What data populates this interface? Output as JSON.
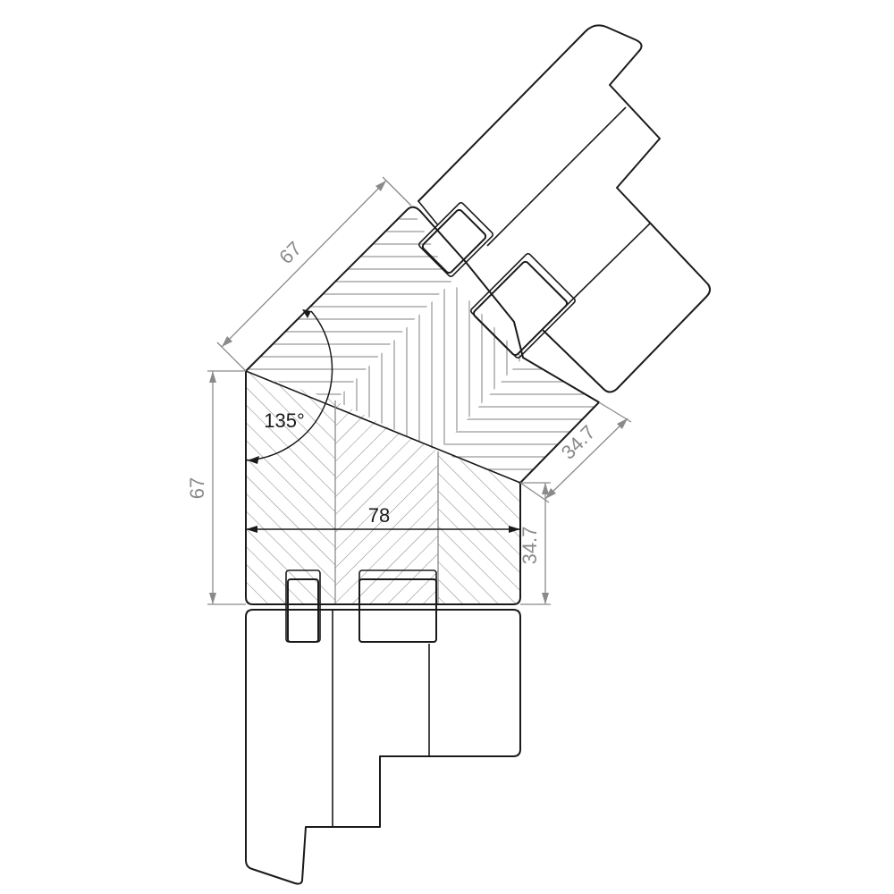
{
  "dimensions": {
    "diagonal_length": "67",
    "vertical_length": "67",
    "angle": "135°",
    "width": "78",
    "depth_diagonal": "34.7",
    "depth_vertical": "34.7"
  }
}
